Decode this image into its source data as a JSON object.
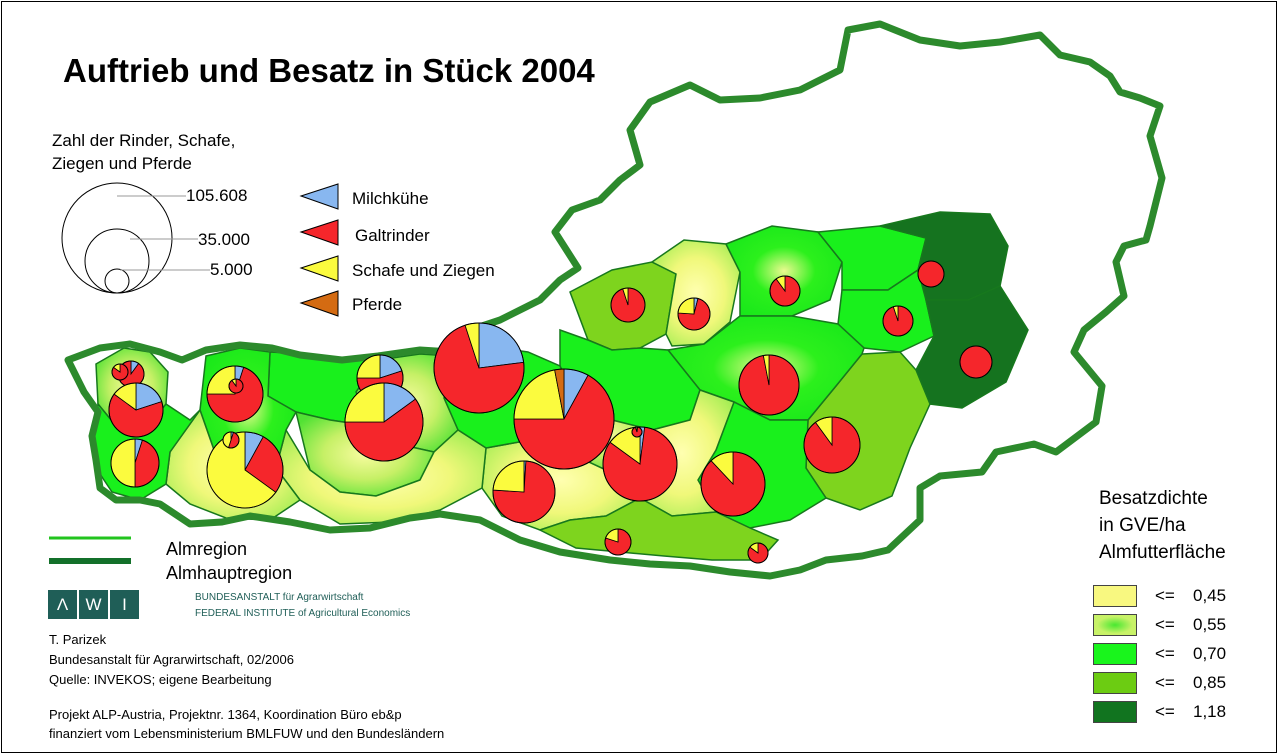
{
  "title": "Auftrieb und Besatz in Stück 2004",
  "size_legend": {
    "title_line1": "Zahl der Rinder, Schafe,",
    "title_line2": "Ziegen und Pferde",
    "values": [
      "105.608",
      "35.000",
      "5.000"
    ]
  },
  "pie_legend": [
    {
      "label": "Milchkühe",
      "color": "#88b7f0"
    },
    {
      "label": "Galtrinder",
      "color": "#f5262b"
    },
    {
      "label": "Schafe und Ziegen",
      "color": "#fbfb3e"
    },
    {
      "label": "Pferde",
      "color": "#d46b12"
    }
  ],
  "line_legend": [
    {
      "label": "Almregion",
      "color": "#22c41e"
    },
    {
      "label": "Almhauptregion",
      "color": "#13702a"
    }
  ],
  "density_legend": {
    "title_line1": "Besatzdichte",
    "title_line2": "in GVE/ha",
    "title_line3": "Almfutterfläche",
    "classes": [
      {
        "op": "<=",
        "value": "0,45",
        "color": "#f8f880"
      },
      {
        "op": "<=",
        "value": "0,55",
        "color": "#c8f268"
      },
      {
        "op": "<=",
        "value": "0,70",
        "color": "#19f51c"
      },
      {
        "op": "<=",
        "value": "0,85",
        "color": "#6ccc12"
      },
      {
        "op": "<=",
        "value": "1,18",
        "color": "#11741f"
      }
    ]
  },
  "logo": {
    "letters": [
      "Λ",
      "W",
      "I"
    ],
    "line1": "BUNDESANSTALT für Agrarwirtschaft",
    "line2": "FEDERAL INSTITUTE of Agricultural Economics"
  },
  "credits": {
    "author": "T. Parizek",
    "institution": "Bundesanstalt für Agrarwirtschaft, 02/2006",
    "source": "Quelle: INVEKOS; eigene Bearbeitung",
    "project": "Projekt ALP-Austria, Projektnr. 1364, Koordination Büro eb&p",
    "funding": "finanziert vom Lebensministerium BMLFUW und den Bundesländern"
  },
  "pies": [
    {
      "shares": [
        0.1,
        0.9,
        0.0,
        0.0
      ]
    },
    {
      "shares": [
        0.2,
        0.65,
        0.15,
        0.0
      ]
    },
    {
      "shares": [
        0.05,
        0.7,
        0.25,
        0.0
      ]
    },
    {
      "shares": [
        0.05,
        0.45,
        0.5,
        0.0
      ]
    },
    {
      "shares": [
        0.08,
        0.27,
        0.65,
        0.0
      ]
    },
    {
      "shares": [
        0.05,
        0.5,
        0.45,
        0.0
      ]
    },
    {
      "shares": [
        0.2,
        0.55,
        0.25,
        0.0
      ]
    },
    {
      "shares": [
        0.15,
        0.6,
        0.25,
        0.0
      ]
    },
    {
      "shares": [
        0.23,
        0.72,
        0.05,
        0.0
      ]
    },
    {
      "shares": [
        0.08,
        0.67,
        0.22,
        0.03
      ]
    },
    {
      "shares": [
        0.02,
        0.83,
        0.15,
        0.0
      ]
    },
    {
      "shares": [
        0.01,
        0.75,
        0.24,
        0.0
      ]
    },
    {
      "shares": [
        0.02,
        0.93,
        0.05,
        0.0
      ]
    },
    {
      "shares": [
        0.0,
        0.8,
        0.2,
        0.0
      ]
    },
    {
      "shares": [
        0.0,
        0.85,
        0.15,
        0.0
      ]
    },
    {
      "shares": [
        0.0,
        0.88,
        0.12,
        0.0
      ]
    },
    {
      "shares": [
        0.0,
        0.9,
        0.1,
        0.0
      ]
    },
    {
      "shares": [
        0.0,
        0.97,
        0.03,
        0.0
      ]
    },
    {
      "shares": [
        0.04,
        0.72,
        0.24,
        0.0
      ]
    },
    {
      "shares": [
        0.0,
        0.95,
        0.05,
        0.0
      ]
    },
    {
      "shares": [
        0.0,
        0.9,
        0.1,
        0.0
      ]
    },
    {
      "shares": [
        0.0,
        0.95,
        0.05,
        0.0
      ]
    },
    {
      "shares": [
        0.0,
        1.0,
        0.0,
        0.0
      ]
    },
    {
      "shares": [
        0.0,
        1.0,
        0.0,
        0.0
      ]
    },
    {
      "shares": [
        0.0,
        0.9,
        0.1,
        0.0
      ]
    },
    {
      "shares": [
        0.0,
        0.85,
        0.15,
        0.0
      ]
    }
  ]
}
